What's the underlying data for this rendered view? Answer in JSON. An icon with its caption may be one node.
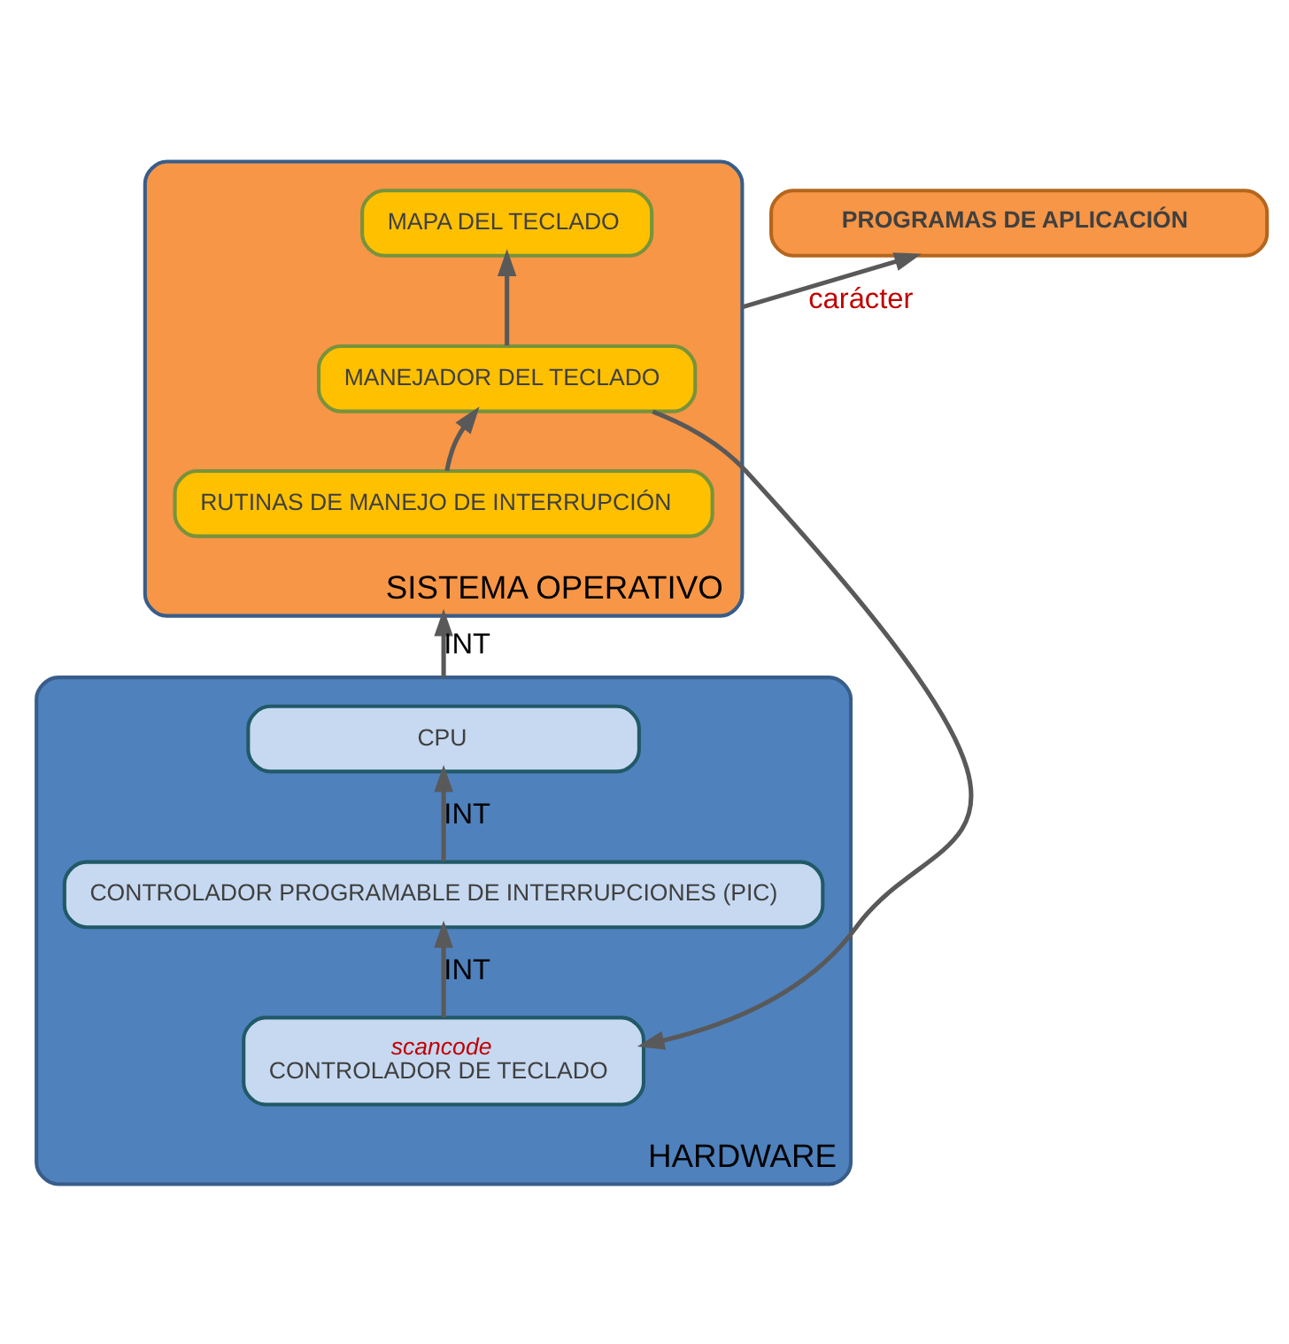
{
  "diagram": {
    "nodes": [
      {
        "text": [
          "PROGRAMAS DE APLICACIÓN"
        ]
      },
      {
        "text": [
          "SISTEMA OPERATIVO"
        ]
      },
      {
        "text": [
          "MANEJADOR DEL TECLADO"
        ],
        "in": 1
      },
      {
        "text": [
          "MAPA DEL TECLADO"
        ],
        "in": 1
      },
      {
        "text": [
          "RUTINAS DE MANEJO DE INTERRUPCIÓN"
        ],
        "in": 1
      },
      {
        "text": [
          "HARDWARE"
        ]
      },
      {
        "text": [
          "CPU"
        ],
        "in": 5
      },
      {
        "text": [
          "CONTROLADOR PROGRAMABLE DE INTERRUPCIONES (PIC)"
        ],
        "in": 5
      },
      {
        "text": [
          "scancode",
          "CONTROLADOR DE TECLADO"
        ],
        "in": 5
      }
    ],
    "edges": [
      {
        "from": 1,
        "to": 0,
        "arrow": "to",
        "label": "carácter"
      },
      {
        "from": 2,
        "to": 3,
        "arrow": "to"
      },
      {
        "from": 4,
        "to": 2,
        "arrow": "to"
      },
      {
        "from": 5,
        "to": 1,
        "arrow": "to",
        "label": "INT"
      },
      {
        "from": 7,
        "to": 6,
        "arrow": "to",
        "label": "INT"
      },
      {
        "from": 8,
        "to": 7,
        "arrow": "to",
        "label": "INT"
      },
      {
        "from": 2,
        "to": 8,
        "arrow": "to"
      }
    ]
  }
}
